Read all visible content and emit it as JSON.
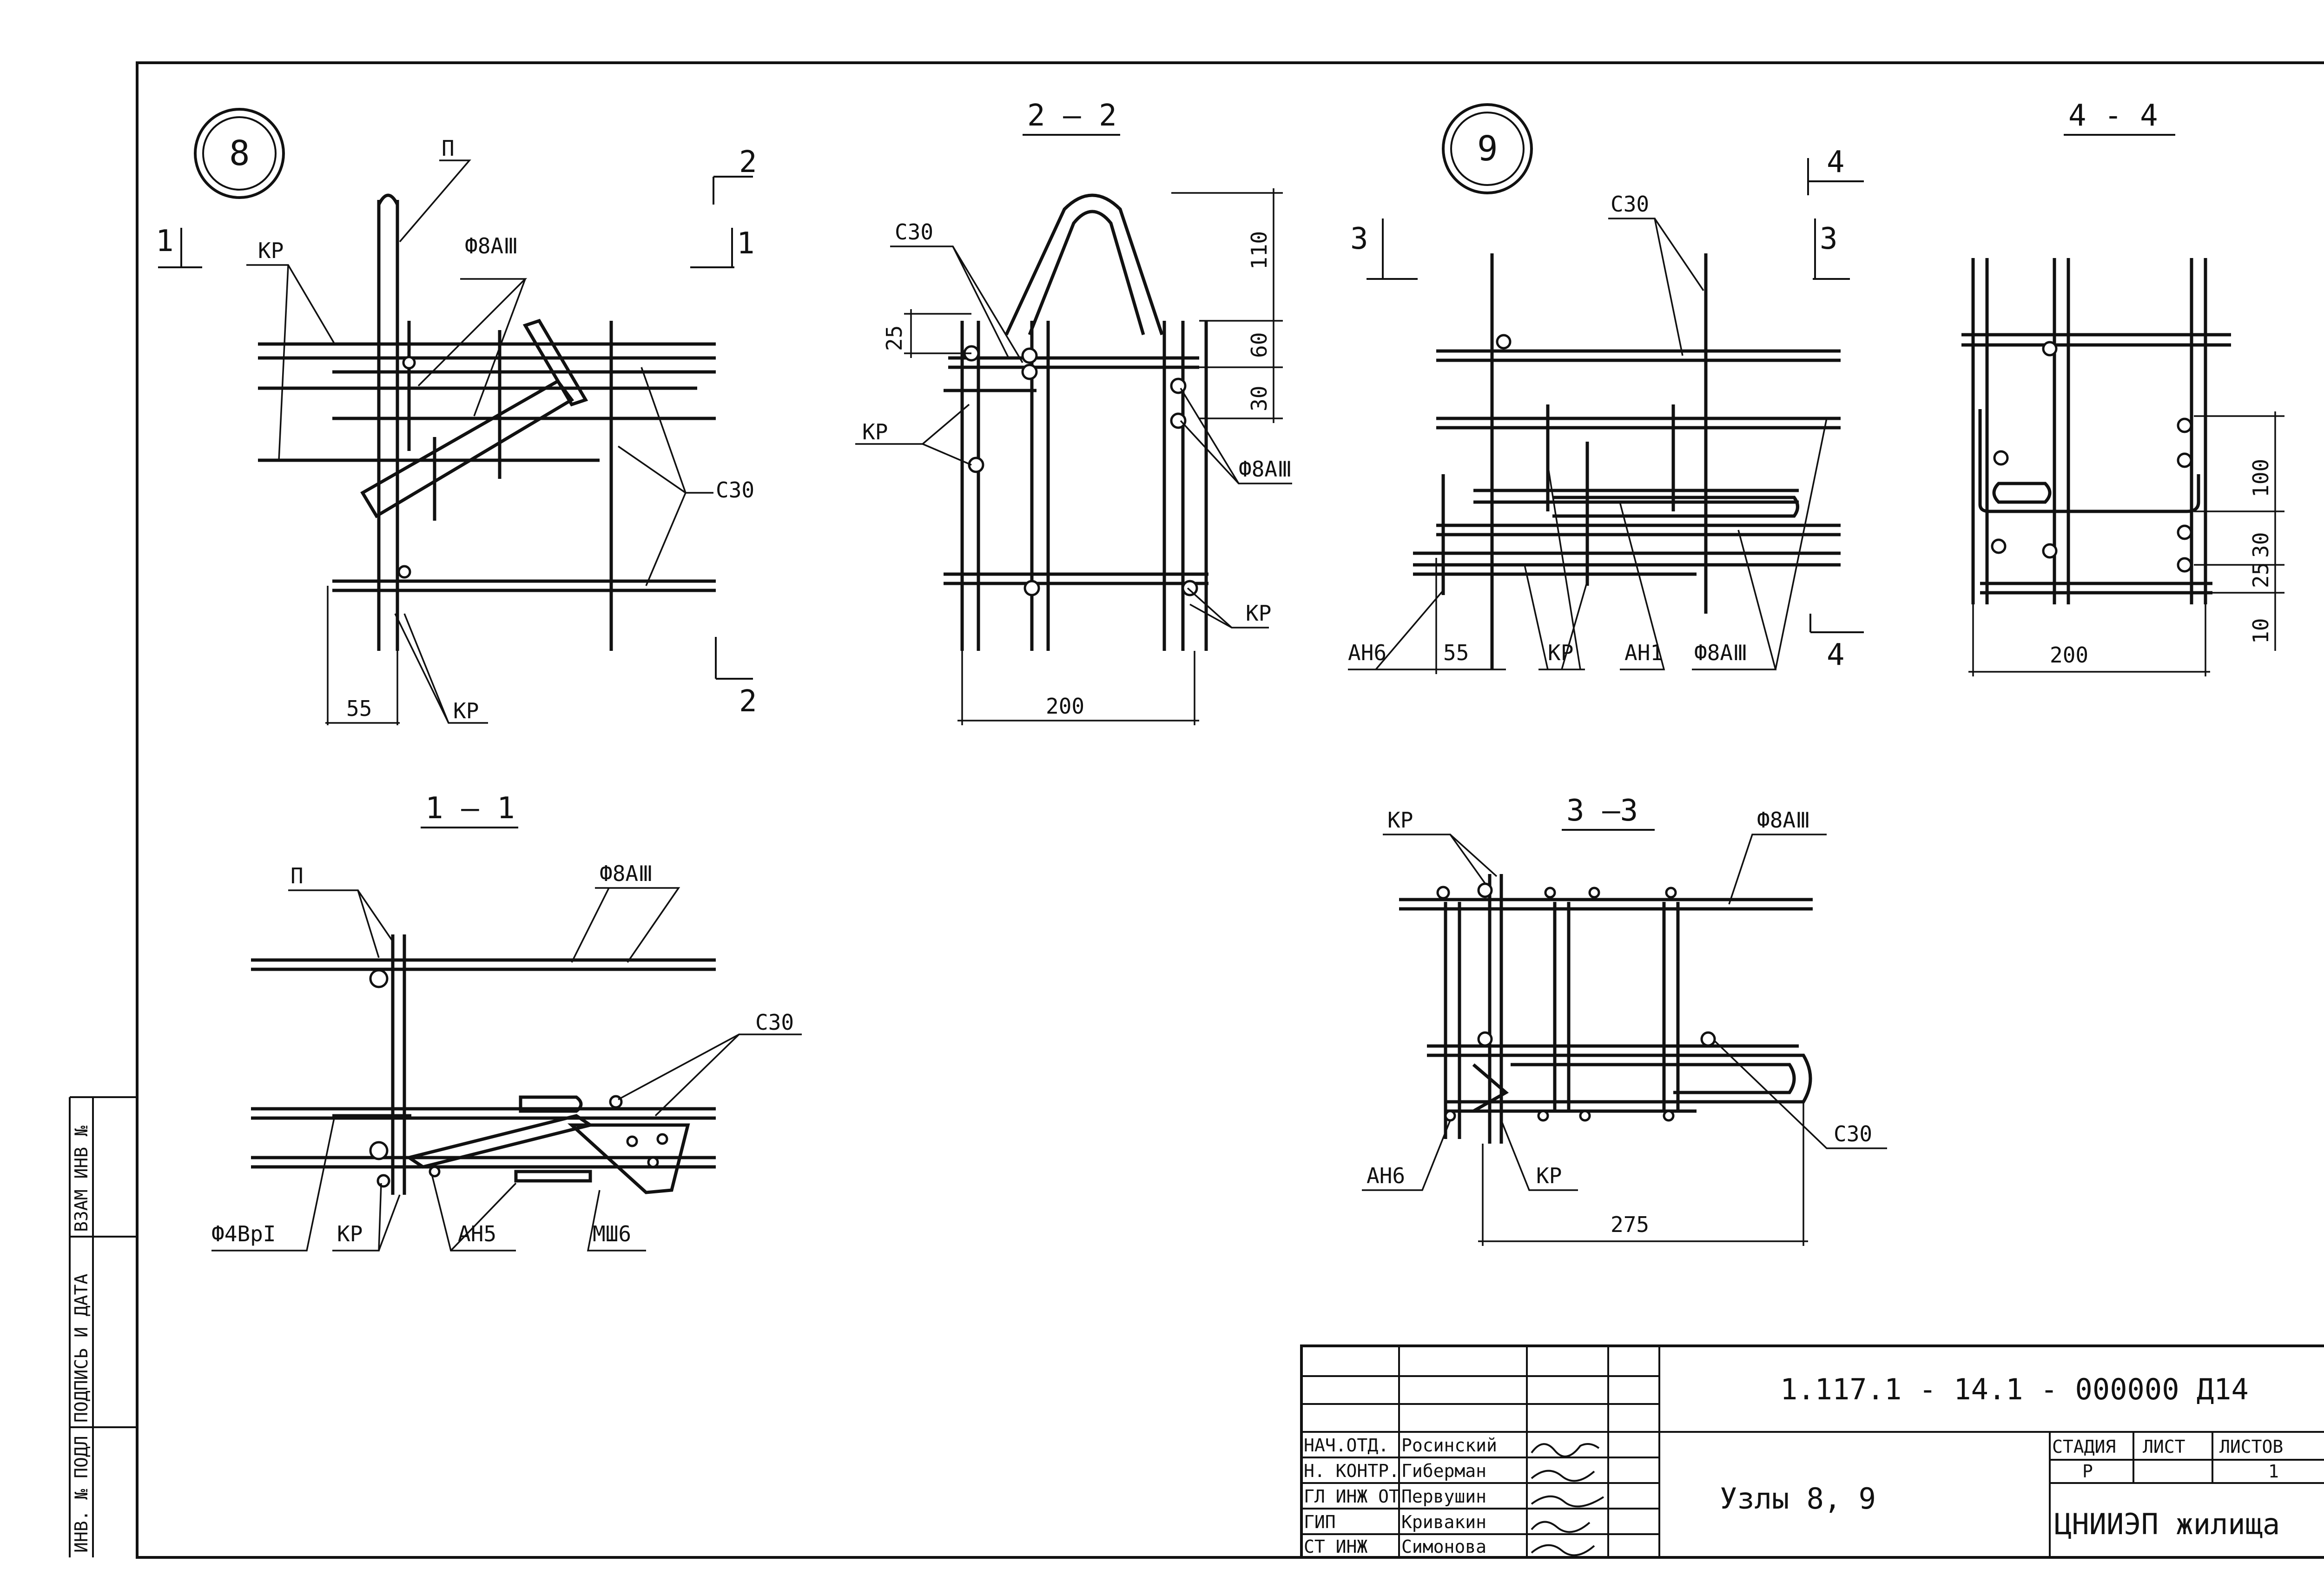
{
  "node8": {
    "number": "8"
  },
  "node9": {
    "number": "9"
  },
  "sections": {
    "s11": "1 – 1",
    "s22": "2 – 2",
    "s33": "3 –3",
    "s44": "4 - 4",
    "cut1": "1",
    "cut2": "2",
    "cut3": "3",
    "cut4": "4"
  },
  "labels": {
    "kr": "КР",
    "p": "П",
    "c30": "С30",
    "phi8a3": "Ф8АⅢ",
    "ah6": "АН6",
    "ah1": "АН1",
    "ah5": "АН5",
    "msh6": "МШ6",
    "phi4bp1": "Ф4ВрI"
  },
  "dims": {
    "d55a": "55",
    "d55b": "55",
    "d200a": "200",
    "d200b": "200",
    "d110": "110",
    "d60": "60",
    "d30a": "30",
    "d25a": "25",
    "d100": "100",
    "d30b": "30",
    "d25b": "25",
    "d10": "10",
    "d275": "275"
  },
  "left_margin": {
    "inv_orig": "ИНВ. № ПОДЛ",
    "sign_date": "ПОДПИСЬ И ДАТА",
    "inv_repl": "ВЗАМ ИНВ №"
  },
  "title_block": {
    "doc_code": "1.117.1 - 14.1 - 000000 Д14",
    "sheet_title": "Узлы 8, 9",
    "org": "ЦНИИЭП жилища",
    "stage_header": "СТАДИЯ",
    "sheet_header": "ЛИСТ",
    "sheets_header": "ЛИСТОВ",
    "stage_value": "Р",
    "sheet_value": "",
    "sheets_value": "1",
    "roles": [
      {
        "role": "НАЧ.ОТД.",
        "name": "Росинский"
      },
      {
        "role": "Н. КОНТР.",
        "name": "Гиберман"
      },
      {
        "role": "ГЛ ИНЖ ОТ",
        "name": "Первушин"
      },
      {
        "role": "ГИП",
        "name": "Кривакин"
      },
      {
        "role": "СТ ИНЖ",
        "name": "Симонова"
      }
    ]
  }
}
